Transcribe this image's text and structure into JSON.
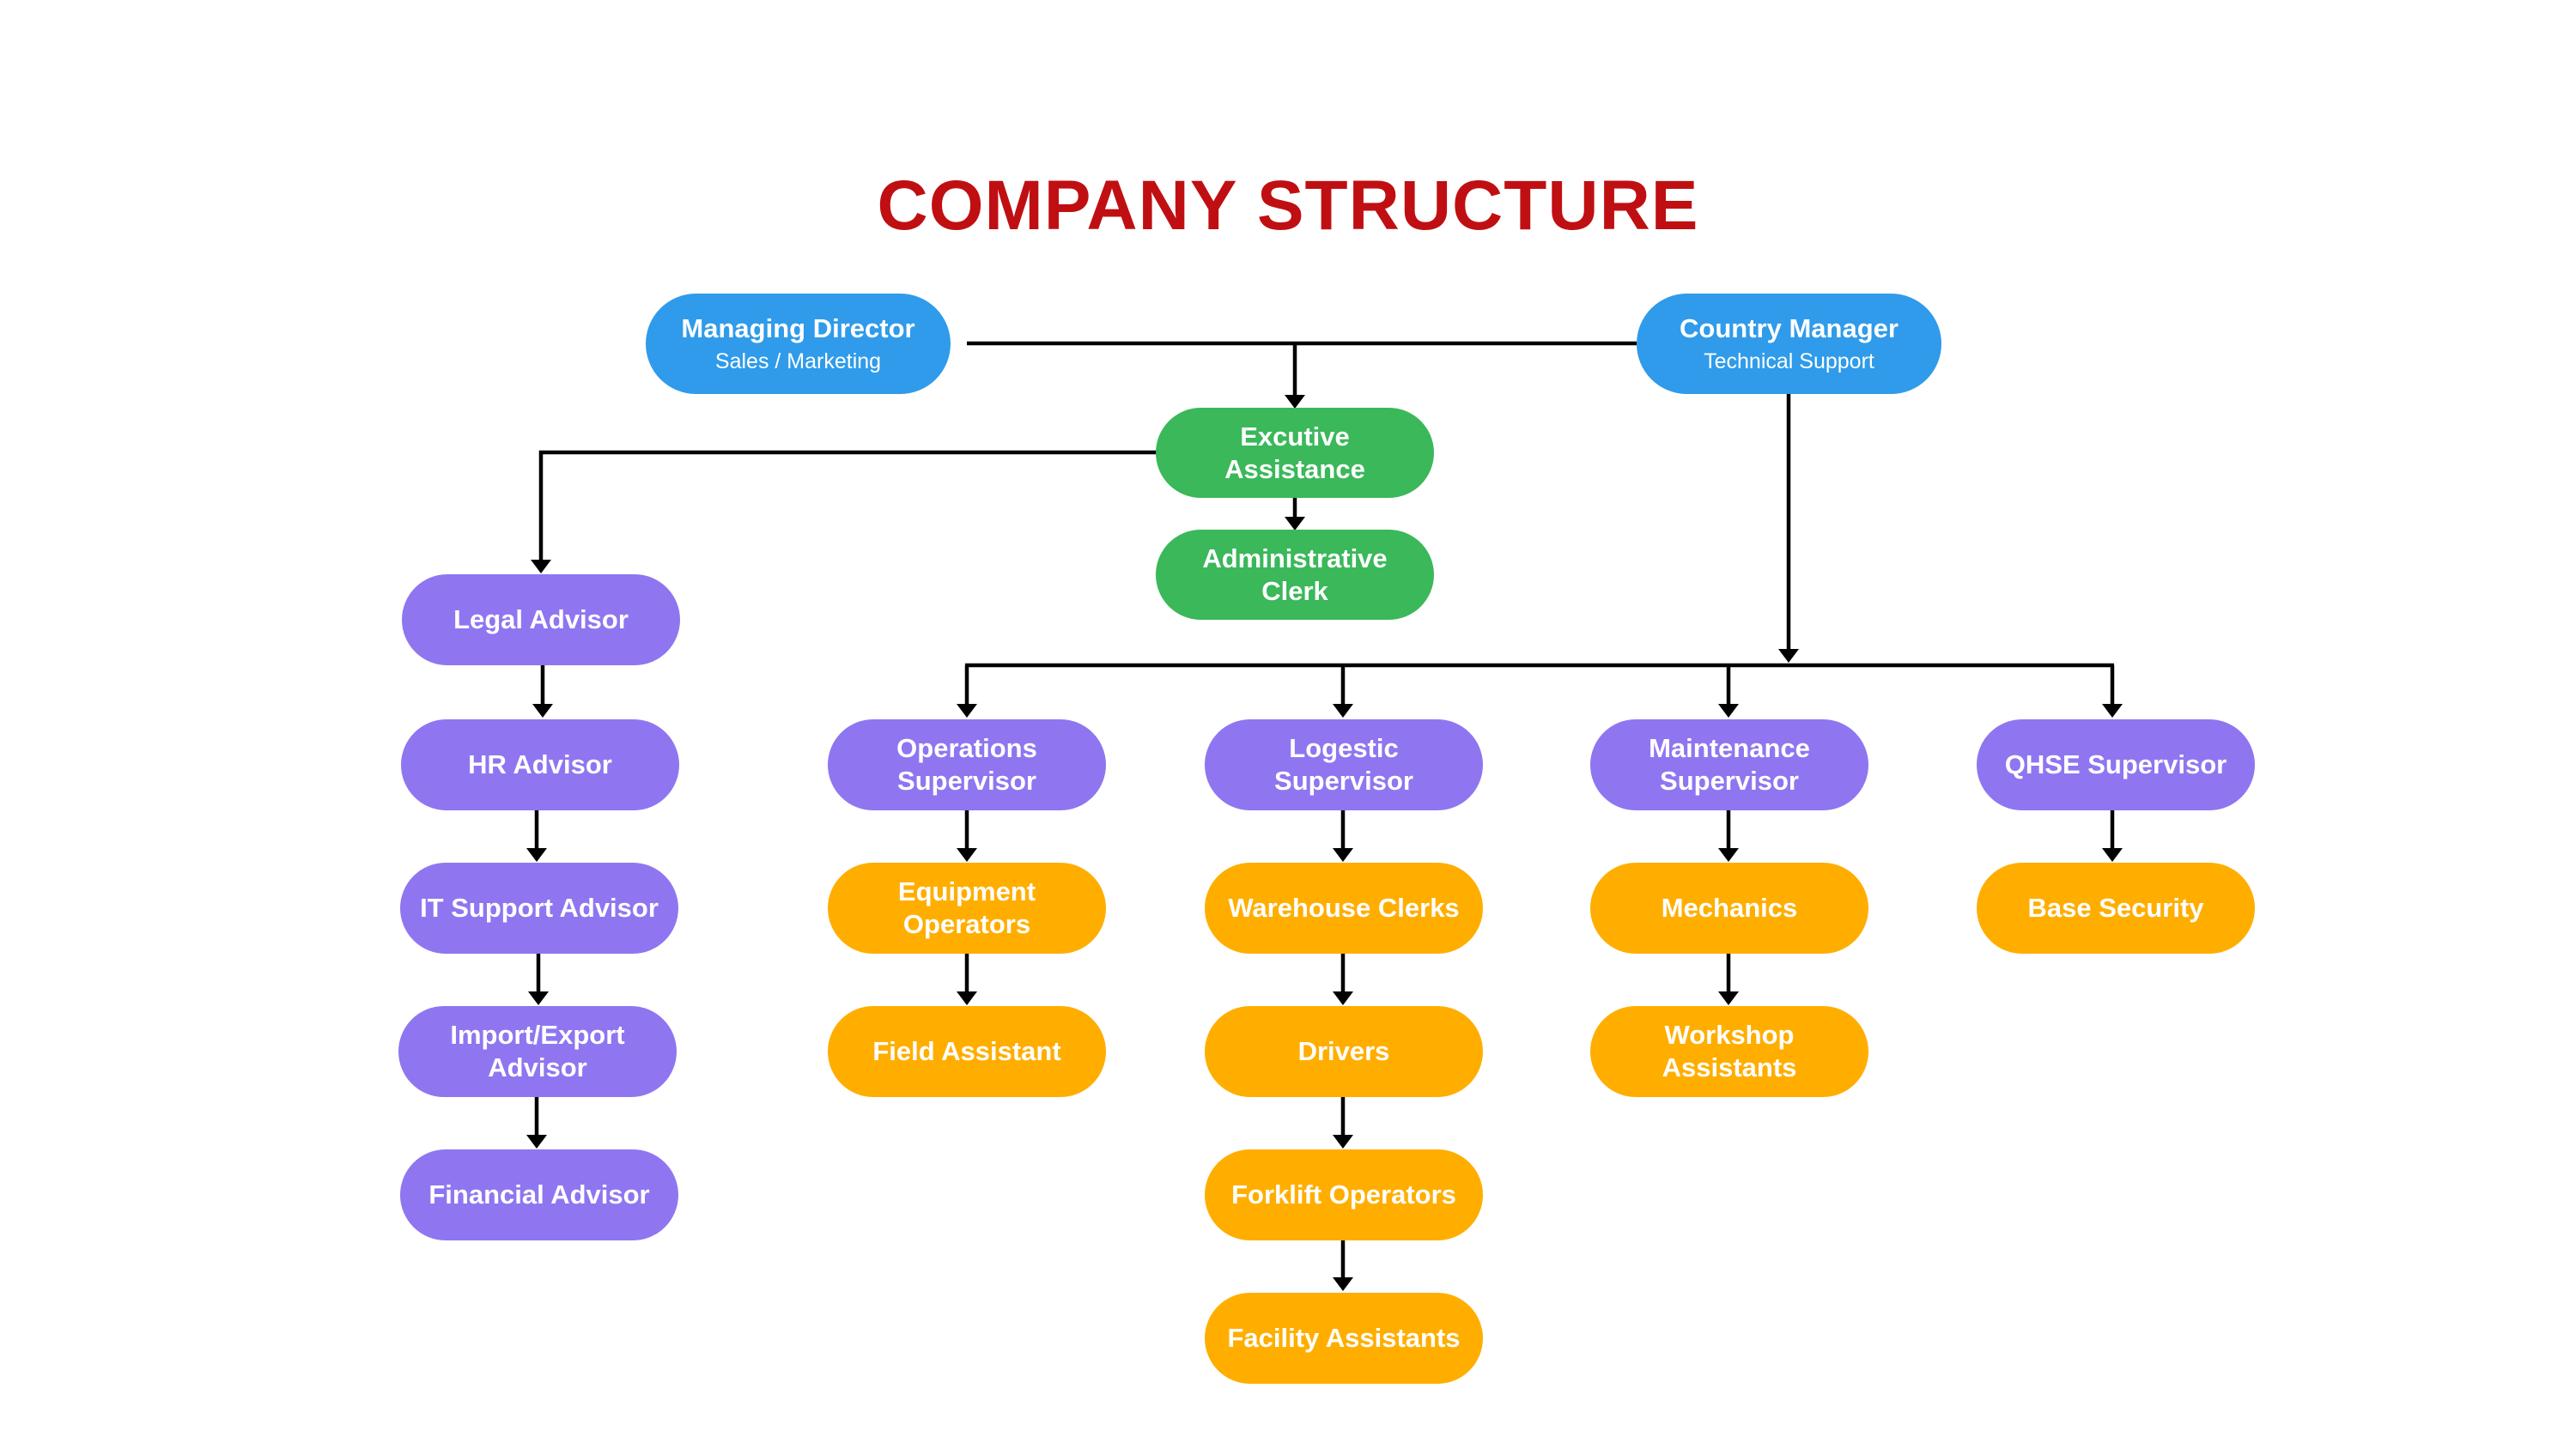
{
  "title": "COMPANY STRUCTURE",
  "colors": {
    "title": "#c00f12",
    "director_level": "#2f9bea",
    "executive_level": "#3ab85a",
    "advisor_supervisor_level": "#8f76f0",
    "staff_level": "#ffae00",
    "connector": "#000000"
  },
  "nodes": {
    "managing_director": {
      "label": "Managing Director",
      "sub": "Sales / Marketing"
    },
    "country_manager": {
      "label": "Country Manager",
      "sub": "Technical Support"
    },
    "executive_assistance": {
      "label": "Excutive Assistance"
    },
    "administrative_clerk": {
      "label": "Administrative Clerk"
    },
    "legal_advisor": {
      "label": "Legal Advisor"
    },
    "hr_advisor": {
      "label": "HR Advisor"
    },
    "it_support_advisor": {
      "label": "IT Support Advisor"
    },
    "import_export_advisor": {
      "label": "Import/Export Advisor"
    },
    "financial_advisor": {
      "label": "Financial Advisor"
    },
    "operations_supervisor": {
      "label": "Operations Supervisor"
    },
    "equipment_operators": {
      "label": "Equipment Operators"
    },
    "field_assistant": {
      "label": "Field Assistant"
    },
    "logestic_supervisor": {
      "label": "Logestic Supervisor"
    },
    "warehouse_clerks": {
      "label": "Warehouse Clerks"
    },
    "drivers": {
      "label": "Drivers"
    },
    "forklift_operators": {
      "label": "Forklift Operators"
    },
    "facility_assistants": {
      "label": "Facility Assistants"
    },
    "maintenance_supervisor": {
      "label": "Maintenance Supervisor"
    },
    "mechanics": {
      "label": "Mechanics"
    },
    "workshop_assistants": {
      "label": "Workshop Assistants"
    },
    "qhse_supervisor": {
      "label": "QHSE Supervisor"
    },
    "base_security": {
      "label": "Base Security"
    }
  }
}
